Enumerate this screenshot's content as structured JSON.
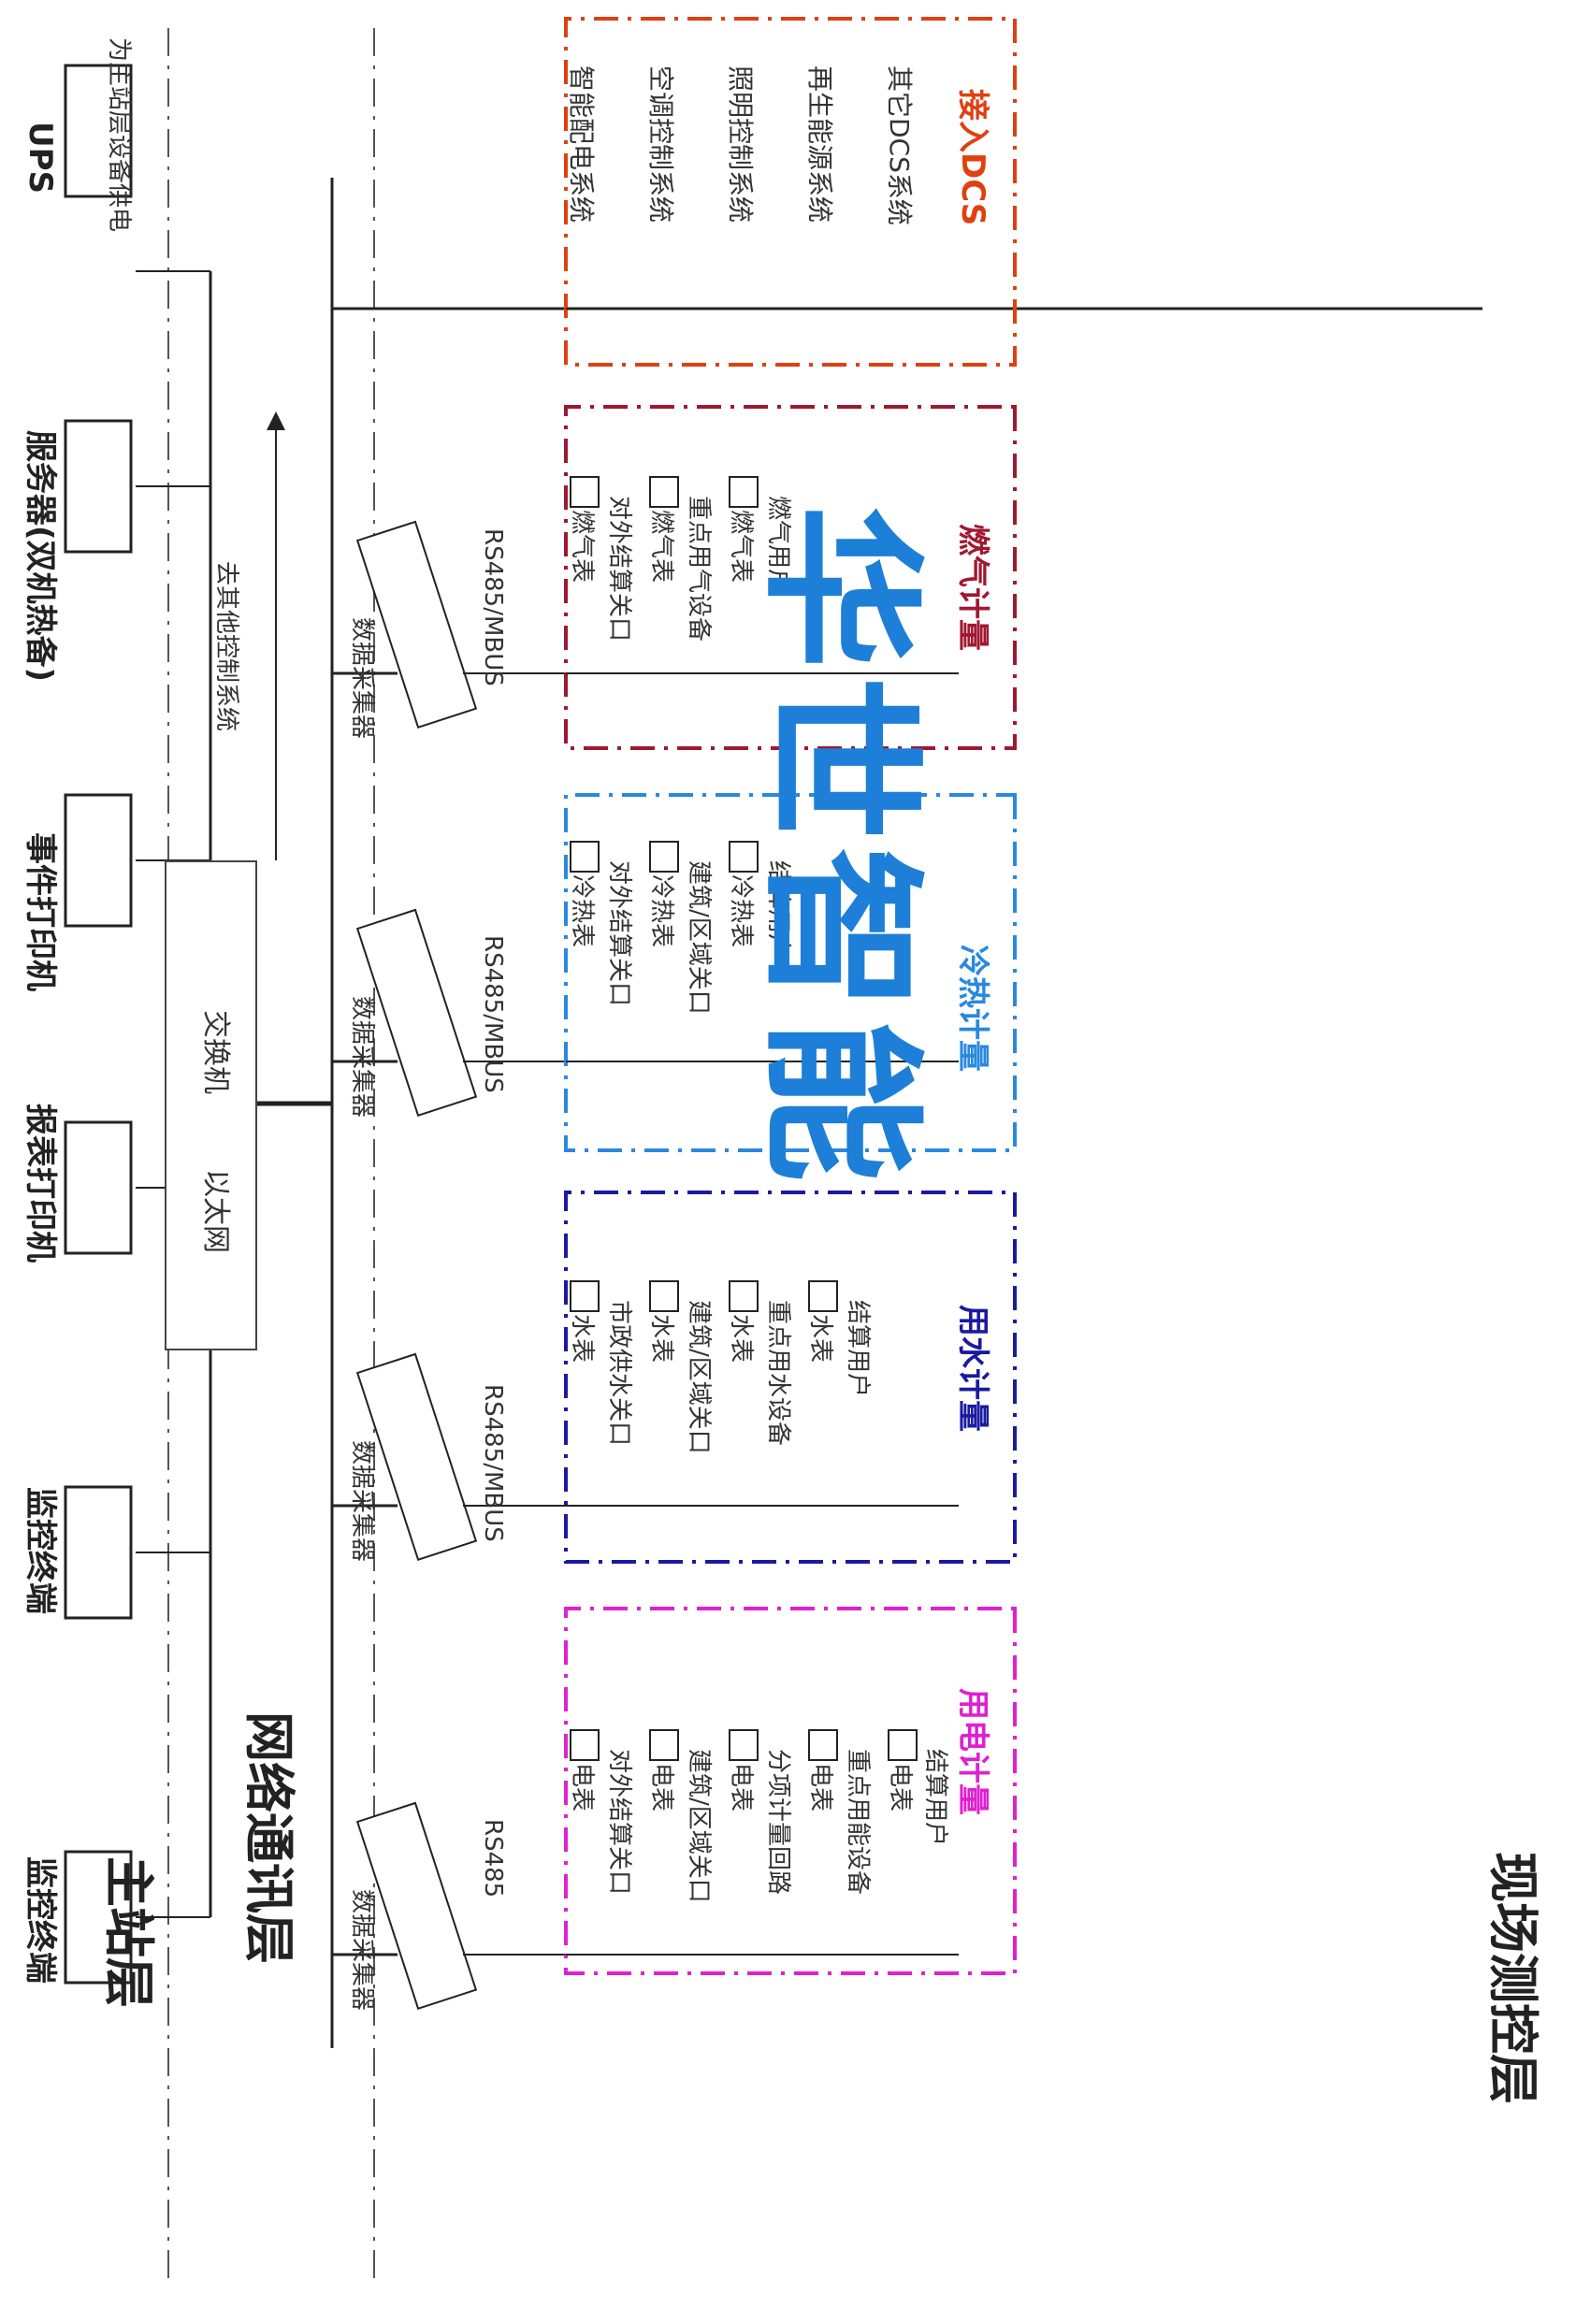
{
  "layers": {
    "master": "主站层",
    "network": "网络通讯层",
    "field": "现场测控层"
  },
  "master_devices": [
    {
      "label": "监控终端",
      "icon": "monitor-terminal-icon"
    },
    {
      "label": "监控终端",
      "icon": "monitor-terminal-icon"
    },
    {
      "label": "报表打印机",
      "icon": "report-printer-icon"
    },
    {
      "label": "事件打印机",
      "icon": "event-printer-icon"
    },
    {
      "label": "服务器(双机热备)",
      "icon": "server-icon"
    },
    {
      "label": "UPS",
      "icon": "ups-icon"
    }
  ],
  "ups_note": "为主站层设备供电",
  "switch": {
    "ethernet": "以太网",
    "label": "交换机"
  },
  "other_system_arrow": "去其他控制系统",
  "collector_label": "数据采集器",
  "groups": [
    {
      "title": "用电计量",
      "protocol": "RS485",
      "color": "#e020d0",
      "meter": "电表",
      "items": [
        "对外结算关口",
        "建筑/区域关口",
        "分项计量回路",
        "重点用能设备",
        "结算用户"
      ]
    },
    {
      "title": "用水计量",
      "protocol": "RS485/MBUS",
      "color": "#1a1aa0",
      "meter": "水表",
      "items": [
        "市政供水关口",
        "建筑/区域关口",
        "重点用水设备",
        "结算用户"
      ]
    },
    {
      "title": "冷热计量",
      "protocol": "RS485/MBUS",
      "color": "#2a88e0",
      "meter": "冷热表",
      "items": [
        "对外结算关口",
        "建筑/区域关口",
        "结算用户"
      ]
    },
    {
      "title": "燃气计量",
      "protocol": "RS485/MBUS",
      "color": "#a01830",
      "meter": "燃气表",
      "items": [
        "对外结算关口",
        "重点用气设备",
        "燃气用户"
      ]
    }
  ],
  "dcs": {
    "title": "接入DCS",
    "color": "#e04010",
    "items": [
      "智能配电系统",
      "空调控制系统",
      "照明控制系统",
      "再生能源系统",
      "其它DCS系统"
    ]
  },
  "watermark": "华世智能",
  "colors": {
    "watermark": "#1d7fd8",
    "line": "#222222"
  }
}
